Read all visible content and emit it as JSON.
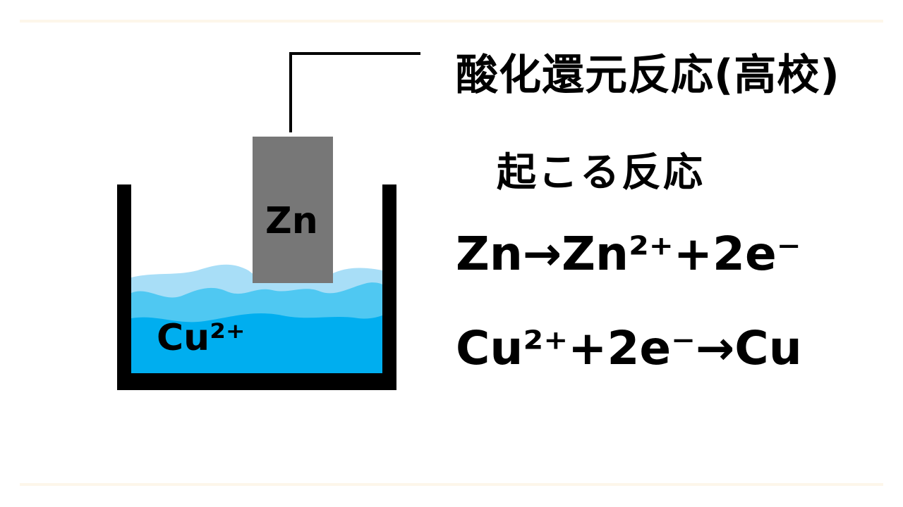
{
  "title": "酸化還元反応(高校)",
  "subtitle": "起こる反応",
  "equations": {
    "eq1": "Zn→Zn²⁺+2e⁻",
    "eq2": "Cu²⁺+2e⁻→Cu"
  },
  "diagram": {
    "electrode_label": "Zn",
    "solution_label": "Cu²⁺"
  },
  "colors": {
    "electrode": "#777777",
    "solution_deep": "#00aeef",
    "solution_mid": "#4fc8f2",
    "solution_light": "#a8def7",
    "container": "#000000",
    "rule": "#fdf6ea"
  }
}
